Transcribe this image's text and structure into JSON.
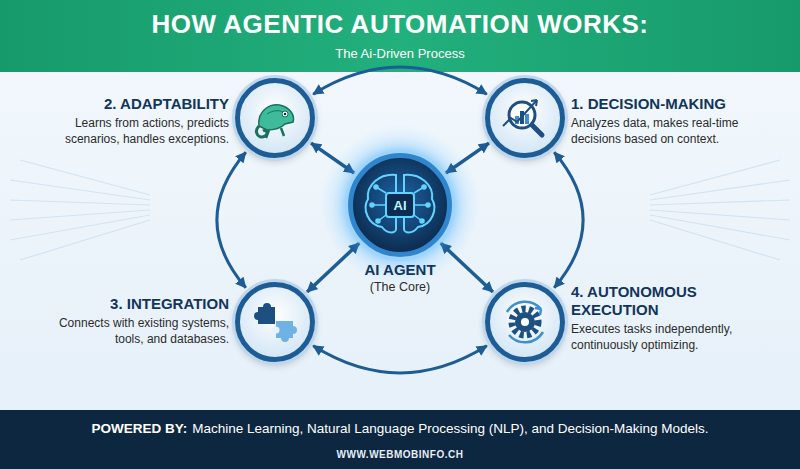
{
  "diagram": {
    "title": "HOW AGENTIC AUTOMATION WORKS:",
    "nodes": [
      {
        "text": [
          "2. ADAPTABILITY",
          "Learns from actions, predicts scenarios, handles exceptions."
        ]
      },
      {
        "text": [
          "1. DECISION-MAKING",
          "Analyzes data, makes real-time decisions based on context."
        ]
      },
      {
        "text": [
          "AI",
          "AI AGENT",
          "(The Core)"
        ]
      },
      {
        "text": [
          "3. INTEGRATION",
          "Connects with existing systems, tools, and databases."
        ]
      },
      {
        "text": [
          "4. AUTONOMOUS EXECUTION",
          "Executes tasks independently, continuously optimizing."
        ]
      }
    ],
    "edges": [
      {
        "from": 0,
        "to": 1,
        "arrow": "both"
      },
      {
        "from": 1,
        "to": 4,
        "arrow": "both"
      },
      {
        "from": 3,
        "to": 4,
        "arrow": "both"
      },
      {
        "from": 0,
        "to": 3,
        "arrow": "both"
      },
      {
        "from": 0,
        "to": 2,
        "arrow": "both"
      },
      {
        "from": 1,
        "to": 2,
        "arrow": "both"
      },
      {
        "from": 3,
        "to": 2,
        "arrow": "both"
      },
      {
        "from": 4,
        "to": 2,
        "arrow": "both"
      }
    ],
    "labels": [
      "The Ai-Driven Process",
      "POWERED BY:",
      "Machine Learning, Natural Language Processing (NLP), and Decision-Making Models.",
      "WWW.WEBMOBINFO.CH"
    ]
  }
}
